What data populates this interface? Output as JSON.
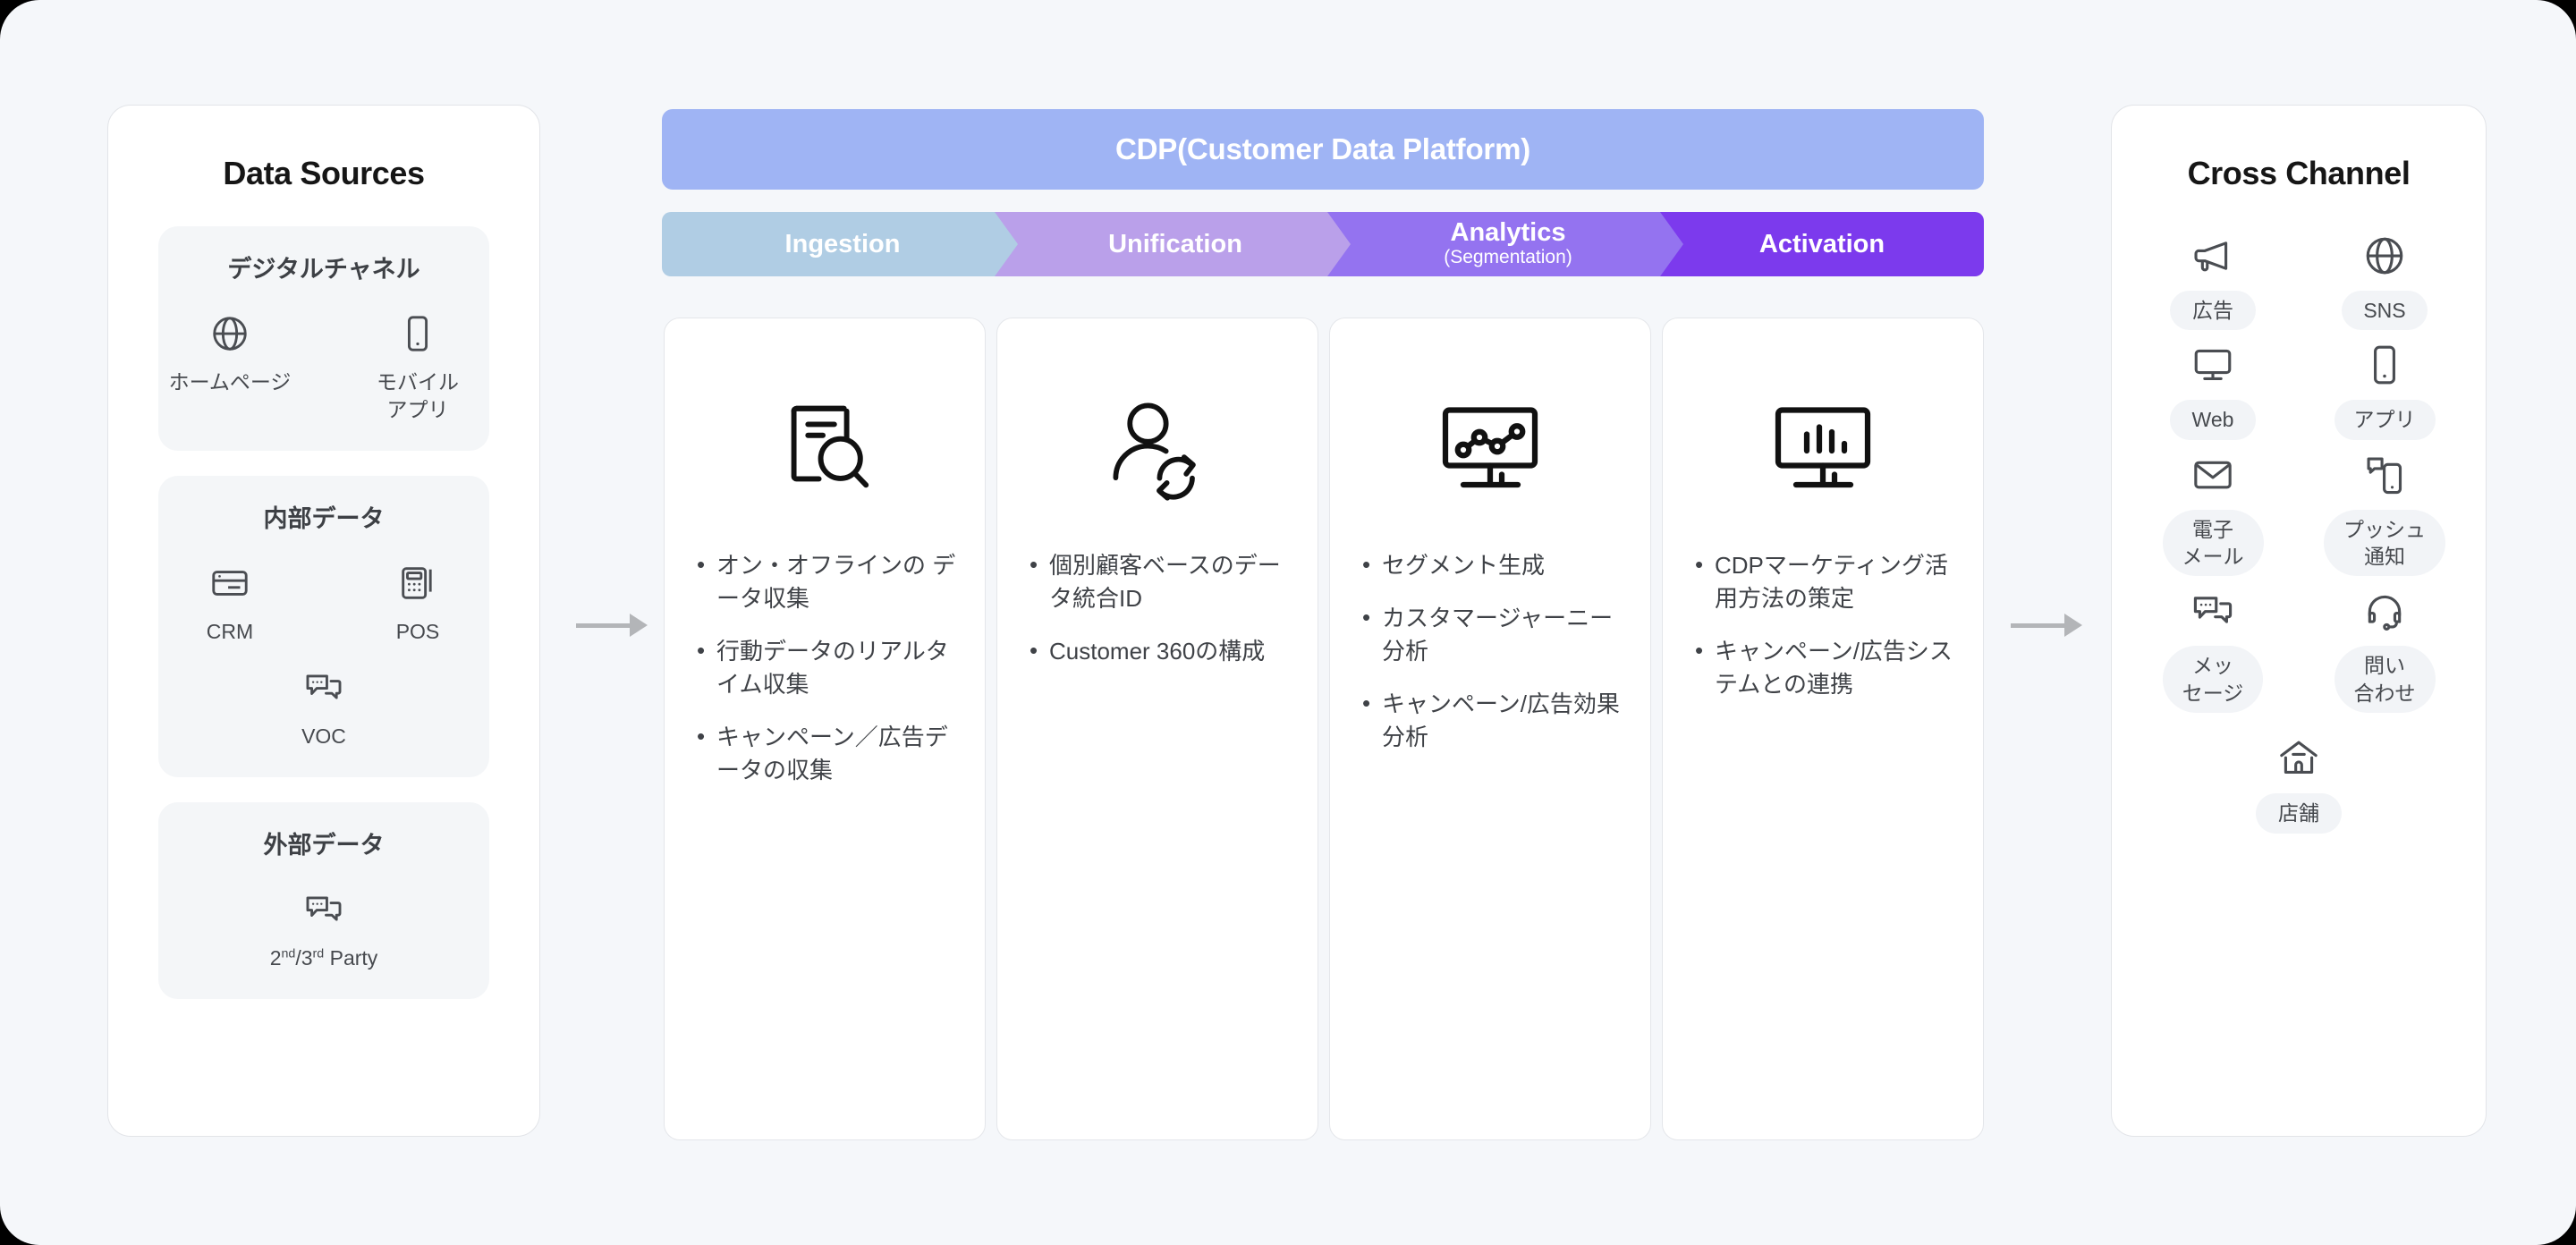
{
  "data_sources": {
    "title": "Data Sources",
    "groups": [
      {
        "title": "デジタルチャネル",
        "rows": [
          [
            {
              "icon": "globe-icon",
              "label": "ホームページ"
            },
            {
              "icon": "mobile-phone-icon",
              "label": "モバイル\nアプリ"
            }
          ]
        ]
      },
      {
        "title": "内部データ",
        "rows": [
          [
            {
              "icon": "credit-card-icon",
              "label": "CRM"
            },
            {
              "icon": "pos-terminal-icon",
              "label": "POS"
            }
          ],
          [
            {
              "icon": "chat-bubbles-icon",
              "label": "VOC"
            }
          ]
        ]
      },
      {
        "title": "外部データ",
        "rows": [
          [
            {
              "icon": "chat-bubbles-icon",
              "label": "2nd/3rd Party",
              "label_html": "2<sup>nd</sup>/3<sup>rd</sup> Party"
            }
          ]
        ]
      }
    ]
  },
  "cdp": {
    "banner_label": "CDP(Customer Data Platform)",
    "banner_color": "#9fb4f4",
    "stages": [
      {
        "name": "Ingestion",
        "subtitle": "",
        "color": "#b0cde4",
        "icon": "document-search-icon",
        "bullets": [
          "オン・オフラインの データ収集",
          "行動データのリアルタイム収集",
          "キャンペーン／広告データの収集"
        ]
      },
      {
        "name": "Unification",
        "subtitle": "",
        "color": "#baa0ea",
        "icon": "person-sync-icon",
        "bullets": [
          "個別顧客ベースのデータ統合ID",
          "Customer 360の構成"
        ]
      },
      {
        "name": "Analytics",
        "subtitle": "(Segmentation)",
        "color": "#9473f0",
        "icon": "monitor-line-chart-icon",
        "bullets": [
          "セグメント生成",
          "カスタマージャーニー分析",
          "キャンペーン/広告効果分析"
        ]
      },
      {
        "name": "Activation",
        "subtitle": "",
        "color": "#7c3aed",
        "icon": "monitor-bar-chart-icon",
        "bullets": [
          "CDPマーケティング活用方法の策定",
          "キャンペーン/広告システムとの連携"
        ]
      }
    ]
  },
  "cross_channel": {
    "title": "Cross Channel",
    "items": [
      {
        "icon": "megaphone-icon",
        "label": "広告"
      },
      {
        "icon": "globe-icon",
        "label": "SNS"
      },
      {
        "icon": "monitor-icon",
        "label": "Web"
      },
      {
        "icon": "mobile-phone-icon",
        "label": "アプリ"
      },
      {
        "icon": "envelope-icon",
        "label": "電子\nメール"
      },
      {
        "icon": "push-notification-icon",
        "label": "プッシュ\n通知"
      },
      {
        "icon": "chat-bubbles-icon",
        "label": "メッ\nセージ"
      },
      {
        "icon": "headset-icon",
        "label": "問い\n合わせ"
      },
      {
        "icon": "store-house-icon",
        "label": "店舗"
      }
    ]
  },
  "connectors": {
    "left_arrow": "arrow-right-icon",
    "right_arrow": "arrow-right-icon",
    "color": "#b3b5b8"
  }
}
